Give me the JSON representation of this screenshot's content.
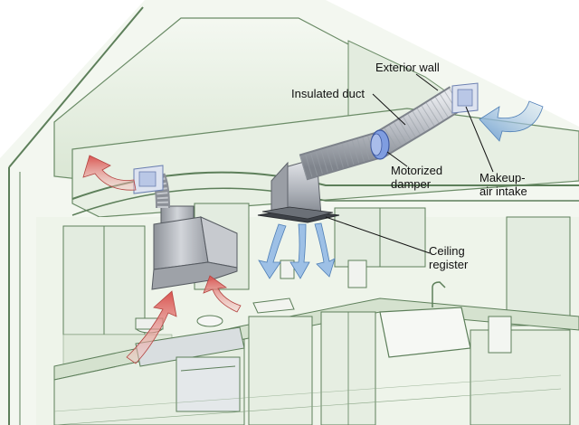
{
  "labels": {
    "exterior_wall": "Exterior wall",
    "insulated_duct": "Insulated duct",
    "motorized_damper": [
      "Motorized",
      "damper"
    ],
    "makeup_air_intake": [
      "Makeup-",
      "air intake"
    ],
    "ceiling_register": [
      "Ceiling",
      "register"
    ]
  },
  "colors": {
    "wall_green": "#dfe9da",
    "line_green": "#5d7f5a",
    "duct_silver": "#b9bcc2",
    "exhaust_red": "#d9534f",
    "makeup_blue": "#8fb6dd",
    "damper_blue": "#6f8fd6"
  }
}
